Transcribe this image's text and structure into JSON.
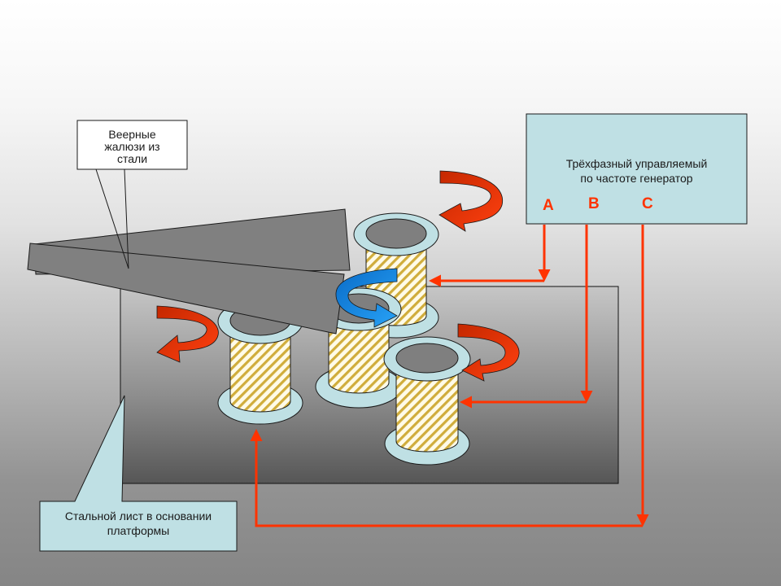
{
  "slide": {
    "background_colors": [
      "#ffffff",
      "#858585"
    ]
  },
  "callouts": {
    "blinds": {
      "text_lines": [
        "Веерные",
        "жалюзи из",
        "стали"
      ]
    },
    "base_plate": {
      "text_lines": [
        "Стальной лист в основании",
        "платформы"
      ]
    }
  },
  "generator": {
    "title_lines": [
      "Трёхфазный управляемый",
      "по частоте генератор"
    ],
    "phases": [
      {
        "label": "A"
      },
      {
        "label": "B"
      },
      {
        "label": "C"
      }
    ],
    "fill_color": "#bfe0e4",
    "phase_color": "#ff3300"
  },
  "components": {
    "coils": [
      "coil-back-right",
      "coil-center",
      "coil-left",
      "coil-front-right"
    ],
    "blades": [
      "blade-upper",
      "blade-lower"
    ],
    "rotation_arrows": [
      {
        "name": "rotation-arrow-top",
        "color": "#ff3300"
      },
      {
        "name": "rotation-arrow-left",
        "color": "#ff3300"
      },
      {
        "name": "rotation-arrow-right",
        "color": "#ff3300"
      },
      {
        "name": "rotation-arrow-center",
        "color": "#1e8fe8"
      }
    ],
    "coil_flange_color": "#bfe0e4",
    "coil_winding_color": "#d4b340",
    "wire_color": "#ff3300"
  }
}
